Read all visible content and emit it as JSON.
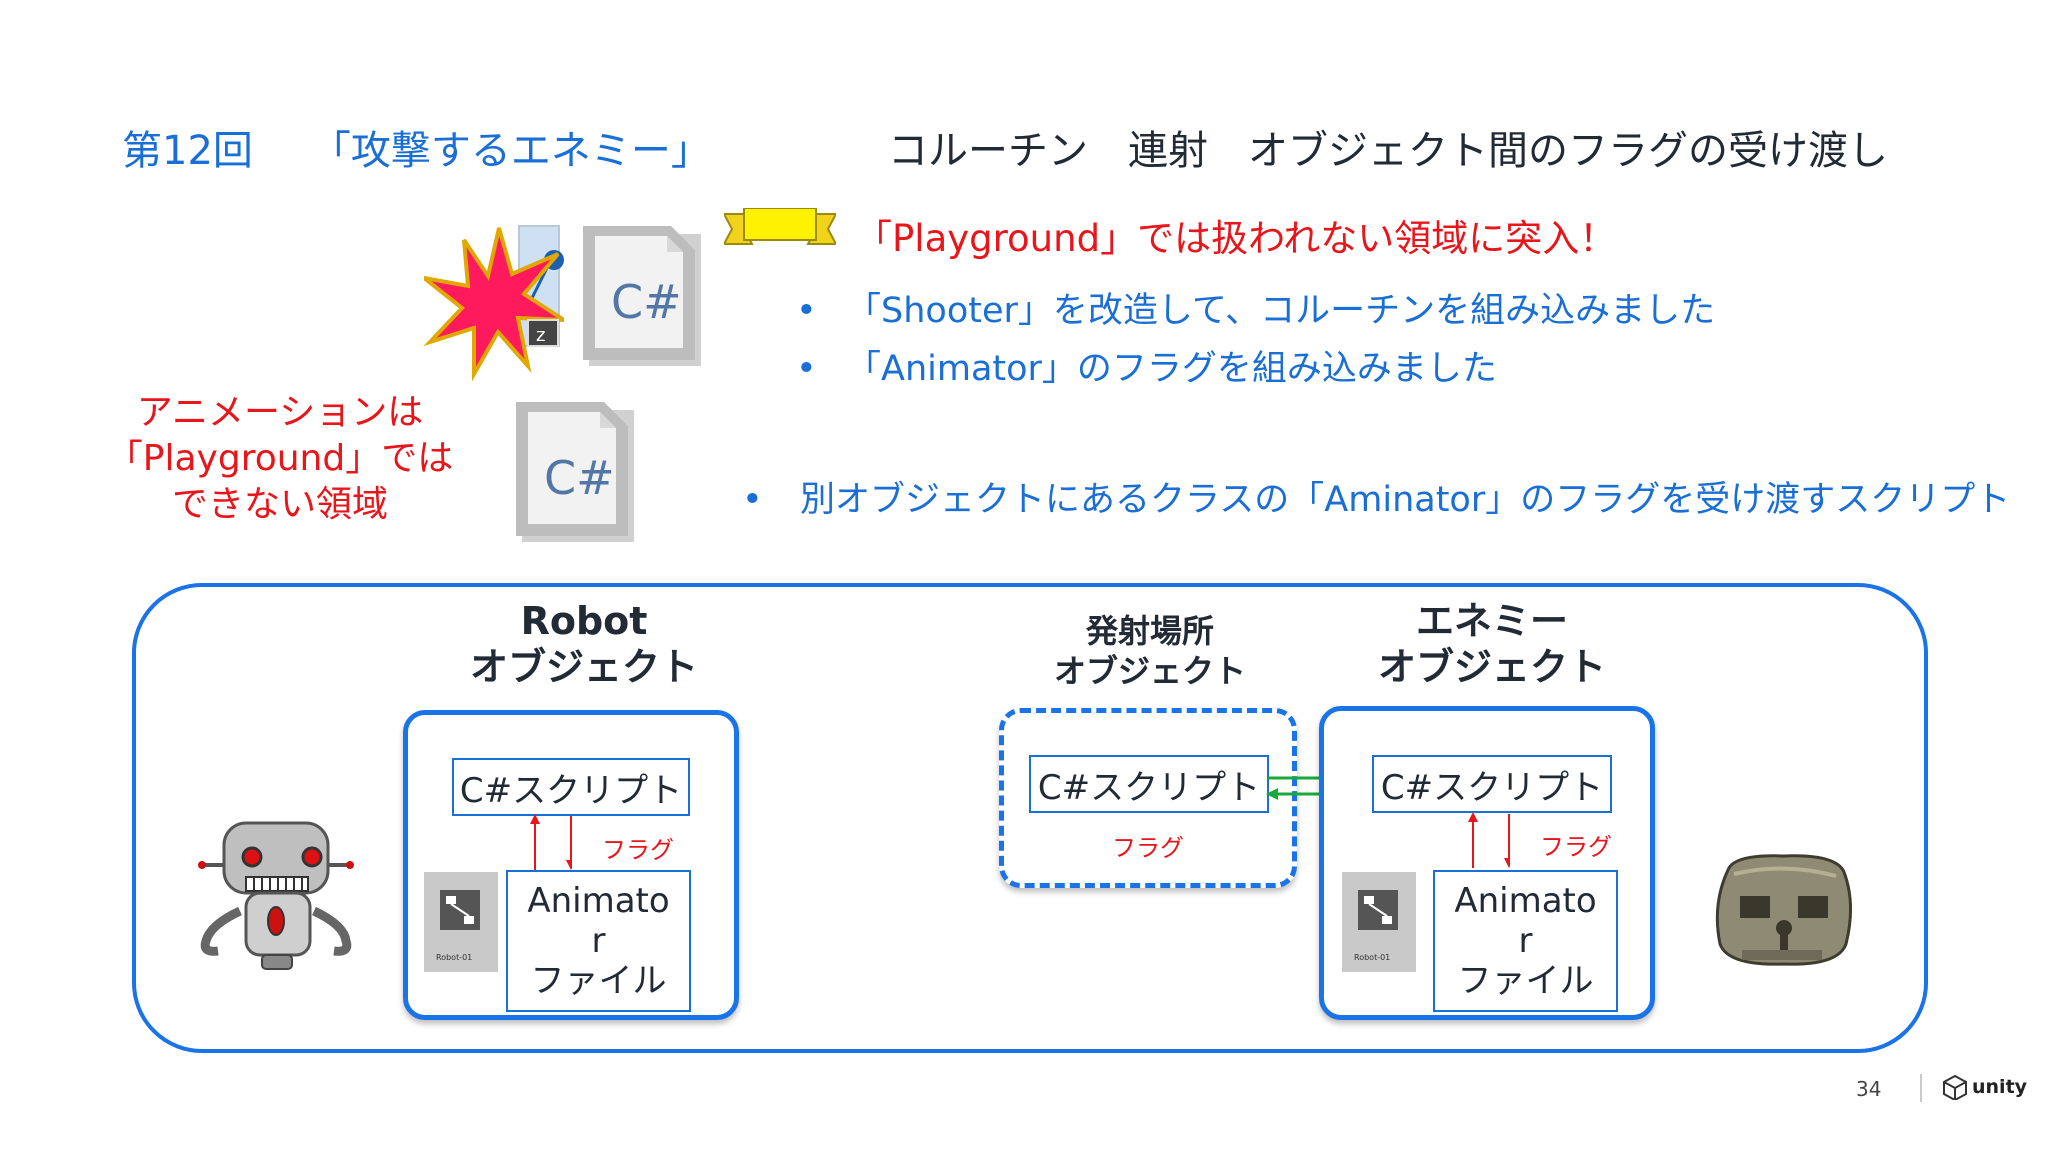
{
  "header": {
    "lecture_no": "第12回",
    "lecture_title": "「攻撃するエネミー」",
    "topics": "コルーチン　連射　オブジェクト間のフラグの受け渡し"
  },
  "callout": "「Playground」では扱われない領域に突入！",
  "bullets": [
    "「Shooter」を改造して、コルーチンを組み込みました",
    "「Animator」のフラグを組み込みました",
    "別オブジェクトにあるクラスの「Aminator」のフラグを受け渡すスクリプト"
  ],
  "bullet_symbol": "•",
  "note_lines": [
    "アニメーションは",
    "「Playground」では",
    "できない領域"
  ],
  "file_icon_label": "C#",
  "burst_label": "z",
  "diagram": {
    "robot": {
      "title_line1": "Robot",
      "title_line2": "オブジェクト",
      "script": "C#スクリプト",
      "flag": "フラグ",
      "animator_lines": [
        "Animato",
        "r",
        "ファイル"
      ],
      "controller_label": "Robot-01"
    },
    "launch": {
      "title_line1": "発射場所",
      "title_line2": "オブジェクト",
      "script": "C#スクリプト",
      "flag": "フラグ"
    },
    "enemy": {
      "title_line1": "エネミー",
      "title_line2": "オブジェクト",
      "script": "C#スクリプト",
      "flag": "フラグ",
      "animator_lines": [
        "Animato",
        "r",
        "ファイル"
      ],
      "controller_label": "Robot-01"
    }
  },
  "footer": {
    "page": "34",
    "brand": "unity"
  },
  "colors": {
    "accent_blue": "#1a73e8",
    "text_blue": "#1a6fd6",
    "alert_red": "#e8151b",
    "arrow_green": "#19a83a"
  }
}
